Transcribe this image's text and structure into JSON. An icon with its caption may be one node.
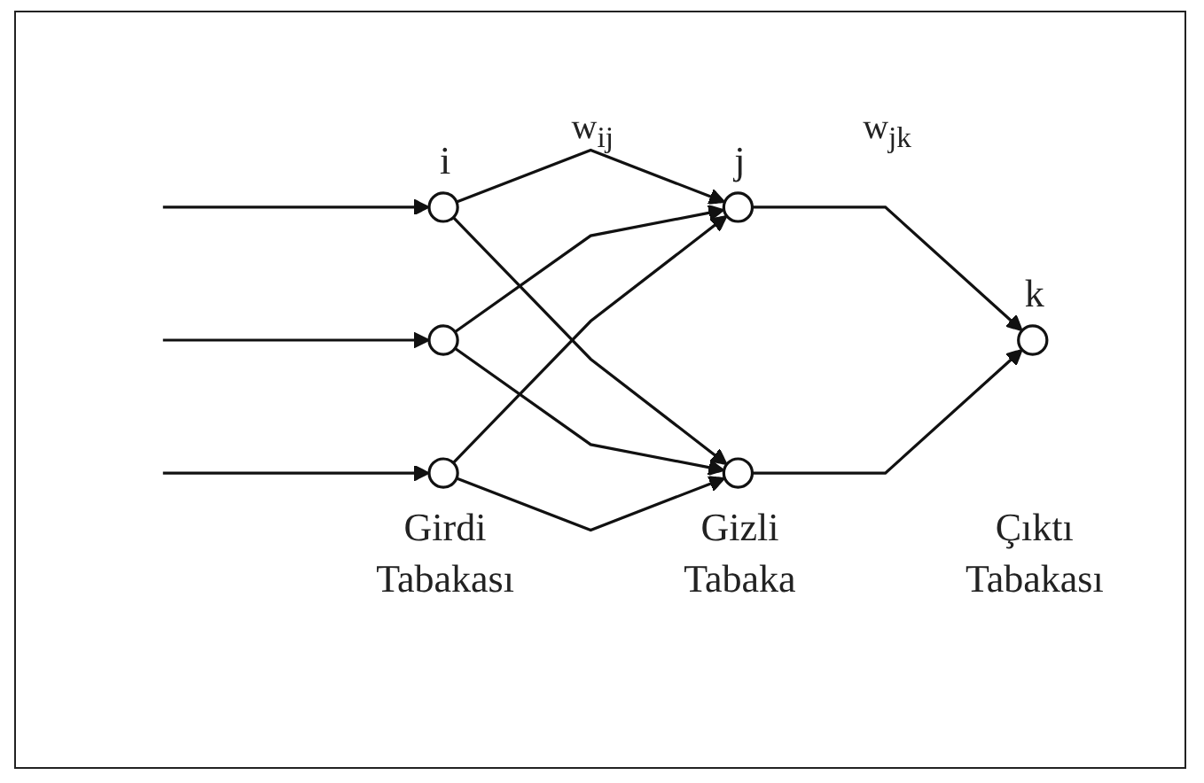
{
  "diagram": {
    "nodes": [
      {
        "text": [],
        "shape": "circle"
      },
      {
        "text": [],
        "shape": "circle"
      },
      {
        "text": [],
        "shape": "circle"
      },
      {
        "text": [],
        "shape": "circle"
      },
      {
        "text": [],
        "shape": "circle"
      },
      {
        "text": [],
        "shape": "circle"
      }
    ],
    "edges": [
      {
        "from": null,
        "to": 0,
        "arrow": "to"
      },
      {
        "from": null,
        "to": 1,
        "arrow": "to"
      },
      {
        "from": null,
        "to": 2,
        "arrow": "to"
      },
      {
        "from": 0,
        "to": 3,
        "arrow": "to"
      },
      {
        "from": 0,
        "to": 4,
        "arrow": "to"
      },
      {
        "from": 1,
        "to": 3,
        "arrow": "to"
      },
      {
        "from": 1,
        "to": 4,
        "arrow": "to"
      },
      {
        "from": 2,
        "to": 3,
        "arrow": "to"
      },
      {
        "from": 2,
        "to": 4,
        "arrow": "to"
      },
      {
        "from": 3,
        "to": 5,
        "arrow": "to"
      },
      {
        "from": 4,
        "to": 5,
        "arrow": "to"
      }
    ],
    "labels": [
      "i",
      "w$_{ij}$",
      "j",
      "w$_{jk}$",
      "k",
      "Girdi Tabakası",
      "Gizli Tabaka",
      "Çıktı Tabakası"
    ]
  }
}
